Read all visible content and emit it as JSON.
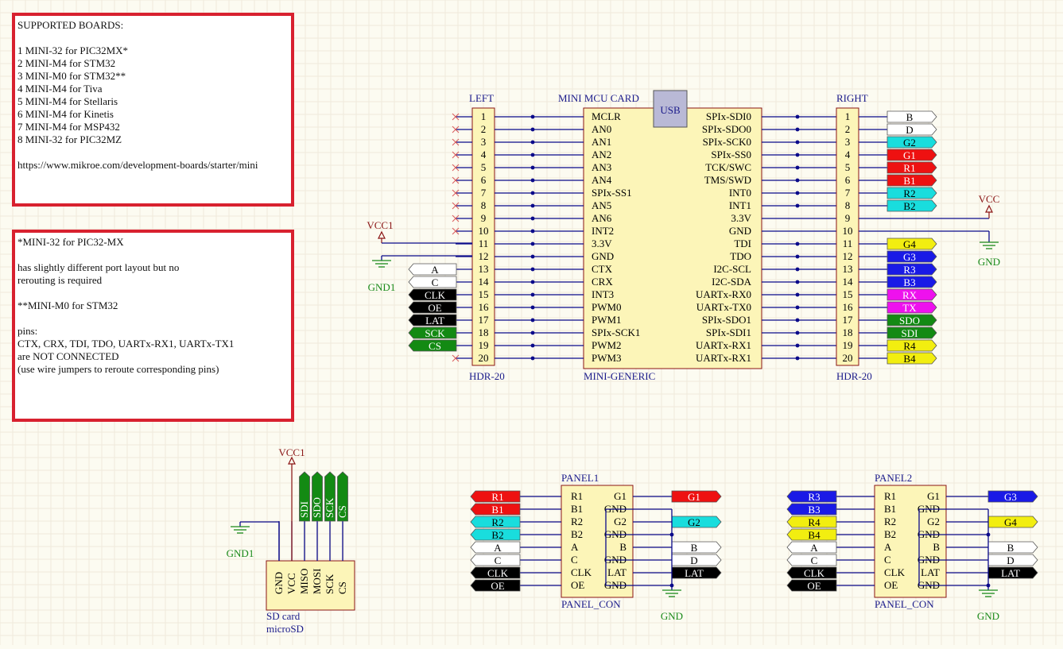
{
  "notes": {
    "supported": "SUPPORTED BOARDS:\n\n1 MINI-32 for PIC32MX*\n2 MINI-M4 for STM32\n3 MINI-M0 for STM32**\n4 MINI-M4 for Tiva\n5 MINI-M4 for Stellaris\n6 MINI-M4 for Kinetis\n7 MINI-M4 for MSP432\n8 MINI-32 for PIC32MZ\n\nhttps://www.mikroe.com/development-boards/starter/mini",
    "remarks": "*MINI-32 for PIC32-MX\n\nhas slightly different port layout but no\nrerouting is required\n\n**MINI-M0 for STM32\n\npins:\nCTX, CRX, TDI, TDO, UARTx-RX1, UARTx-TX1\nare NOT CONNECTED\n(use wire jumpers to reroute corresponding pins)"
  },
  "colors": {
    "wire": "#0a0a8a",
    "body": "#fcf5b8",
    "body_border": "#8a1414",
    "designator": "#1a1a8a",
    "power": "#8a1414",
    "ground": "#1a8a1a",
    "grid": "#efe9dc",
    "note_border": "#d8212f"
  },
  "left_header": {
    "designator": "LEFT",
    "part": "HDR-20",
    "pins": [
      "1",
      "2",
      "3",
      "4",
      "5",
      "6",
      "7",
      "8",
      "9",
      "10",
      "11",
      "12",
      "13",
      "14",
      "15",
      "16",
      "17",
      "18",
      "19",
      "20"
    ],
    "nets": [
      {
        "pin": 13,
        "label": "A",
        "color": "#ffffff",
        "text": "#000000"
      },
      {
        "pin": 14,
        "label": "C",
        "color": "#ffffff",
        "text": "#000000"
      },
      {
        "pin": 15,
        "label": "CLK",
        "color": "#000000",
        "text": "#ffffff"
      },
      {
        "pin": 16,
        "label": "OE",
        "color": "#000000",
        "text": "#ffffff"
      },
      {
        "pin": 17,
        "label": "LAT",
        "color": "#000000",
        "text": "#ffffff"
      },
      {
        "pin": 18,
        "label": "SCK",
        "color": "#138a13",
        "text": "#ffffff"
      },
      {
        "pin": 19,
        "label": "CS",
        "color": "#138a13",
        "text": "#ffffff"
      }
    ]
  },
  "mcu": {
    "designator": "MINI MCU CARD",
    "part": "MINI-GENERIC",
    "usb_label": "USB",
    "left_pins": [
      "MCLR",
      "AN0",
      "AN1",
      "AN2",
      "AN3",
      "AN4",
      "SPIx-SS1",
      "AN5",
      "AN6",
      "INT2",
      "3.3V",
      "GND",
      "CTX",
      "CRX",
      "INT3",
      "PWM0",
      "PWM1",
      "SPIx-SCK1",
      "PWM2",
      "PWM3"
    ],
    "right_pins": [
      "SPIx-SDI0",
      "SPIx-SDO0",
      "SPIx-SCK0",
      "SPIx-SS0",
      "TCK/SWC",
      "TMS/SWD",
      "INT0",
      "INT1",
      "3.3V",
      "GND",
      "TDI",
      "TDO",
      "I2C-SCL",
      "I2C-SDA",
      "UARTx-RX0",
      "UARTx-TX0",
      "SPIx-SDO1",
      "SPIx-SDI1",
      "UARTx-RX1",
      "UARTx-RX1"
    ]
  },
  "right_header": {
    "designator": "RIGHT",
    "part": "HDR-20",
    "pins": [
      "1",
      "2",
      "3",
      "4",
      "5",
      "6",
      "7",
      "8",
      "9",
      "10",
      "11",
      "12",
      "13",
      "14",
      "15",
      "16",
      "17",
      "18",
      "19",
      "20"
    ],
    "nets": [
      {
        "pin": 1,
        "label": "B",
        "color": "#ffffff",
        "text": "#000000"
      },
      {
        "pin": 2,
        "label": "D",
        "color": "#ffffff",
        "text": "#000000"
      },
      {
        "pin": 3,
        "label": "G2",
        "color": "#19dddd",
        "text": "#000000"
      },
      {
        "pin": 4,
        "label": "G1",
        "color": "#ee1111",
        "text": "#ffffff"
      },
      {
        "pin": 5,
        "label": "R1",
        "color": "#ee1111",
        "text": "#ffffff"
      },
      {
        "pin": 6,
        "label": "B1",
        "color": "#ee1111",
        "text": "#ffffff"
      },
      {
        "pin": 7,
        "label": "R2",
        "color": "#19dddd",
        "text": "#000000"
      },
      {
        "pin": 8,
        "label": "B2",
        "color": "#19dddd",
        "text": "#000000"
      },
      {
        "pin": 11,
        "label": "G4",
        "color": "#f2ee10",
        "text": "#000000"
      },
      {
        "pin": 12,
        "label": "G3",
        "color": "#1a1ae6",
        "text": "#ffffff"
      },
      {
        "pin": 13,
        "label": "R3",
        "color": "#1a1ae6",
        "text": "#ffffff"
      },
      {
        "pin": 14,
        "label": "B3",
        "color": "#1a1ae6",
        "text": "#ffffff"
      },
      {
        "pin": 15,
        "label": "RX",
        "color": "#ee11ee",
        "text": "#ffffff"
      },
      {
        "pin": 16,
        "label": "TX",
        "color": "#ee11ee",
        "text": "#ffffff"
      },
      {
        "pin": 17,
        "label": "SDO",
        "color": "#138a13",
        "text": "#ffffff"
      },
      {
        "pin": 18,
        "label": "SDI",
        "color": "#138a13",
        "text": "#ffffff"
      },
      {
        "pin": 19,
        "label": "R4",
        "color": "#f2ee10",
        "text": "#000000"
      },
      {
        "pin": 20,
        "label": "B4",
        "color": "#f2ee10",
        "text": "#000000"
      }
    ]
  },
  "power": {
    "vcc1": "VCC1",
    "vcc": "VCC",
    "gnd1": "GND1",
    "gnd": "GND"
  },
  "sd": {
    "part": "SD card",
    "value": "microSD",
    "pins": [
      "GND",
      "VCC",
      "MISO",
      "MOSI",
      "SCK",
      "CS"
    ],
    "flags": [
      "SDI",
      "SDO",
      "SCK",
      "CS"
    ]
  },
  "panel_pins_left": [
    "R1",
    "B1",
    "R2",
    "B2",
    "A",
    "C",
    "CLK",
    "OE"
  ],
  "panel_pins_right": [
    "G1",
    "GND",
    "G2",
    "GND",
    "B",
    "GND",
    "LAT",
    "GND"
  ],
  "panel1": {
    "designator": "PANEL1",
    "part": "PANEL_CON",
    "left_nets": [
      {
        "label": "R1",
        "color": "#ee1111",
        "text": "#ffffff"
      },
      {
        "label": "B1",
        "color": "#ee1111",
        "text": "#ffffff"
      },
      {
        "label": "R2",
        "color": "#19dddd",
        "text": "#000000"
      },
      {
        "label": "B2",
        "color": "#19dddd",
        "text": "#000000"
      },
      {
        "label": "A",
        "color": "#ffffff",
        "text": "#000000"
      },
      {
        "label": "C",
        "color": "#ffffff",
        "text": "#000000"
      },
      {
        "label": "CLK",
        "color": "#000000",
        "text": "#ffffff"
      },
      {
        "label": "OE",
        "color": "#000000",
        "text": "#ffffff"
      }
    ],
    "right_nets": [
      {
        "row": 0,
        "label": "G1",
        "color": "#ee1111",
        "text": "#ffffff"
      },
      {
        "row": 2,
        "label": "G2",
        "color": "#19dddd",
        "text": "#000000"
      },
      {
        "row": 4,
        "label": "B",
        "color": "#ffffff",
        "text": "#000000"
      },
      {
        "row": 5,
        "label": "D",
        "color": "#ffffff",
        "text": "#000000"
      },
      {
        "row": 6,
        "label": "LAT",
        "color": "#000000",
        "text": "#ffffff"
      }
    ]
  },
  "panel2": {
    "designator": "PANEL2",
    "part": "PANEL_CON",
    "left_nets": [
      {
        "label": "R3",
        "color": "#1a1ae6",
        "text": "#ffffff"
      },
      {
        "label": "B3",
        "color": "#1a1ae6",
        "text": "#ffffff"
      },
      {
        "label": "R4",
        "color": "#f2ee10",
        "text": "#000000"
      },
      {
        "label": "B4",
        "color": "#f2ee10",
        "text": "#000000"
      },
      {
        "label": "A",
        "color": "#ffffff",
        "text": "#000000"
      },
      {
        "label": "C",
        "color": "#ffffff",
        "text": "#000000"
      },
      {
        "label": "CLK",
        "color": "#000000",
        "text": "#ffffff"
      },
      {
        "label": "OE",
        "color": "#000000",
        "text": "#ffffff"
      }
    ],
    "right_nets": [
      {
        "row": 0,
        "label": "G3",
        "color": "#1a1ae6",
        "text": "#ffffff"
      },
      {
        "row": 2,
        "label": "G4",
        "color": "#f2ee10",
        "text": "#000000"
      },
      {
        "row": 4,
        "label": "B",
        "color": "#ffffff",
        "text": "#000000"
      },
      {
        "row": 5,
        "label": "D",
        "color": "#ffffff",
        "text": "#000000"
      },
      {
        "row": 6,
        "label": "LAT",
        "color": "#000000",
        "text": "#ffffff"
      }
    ]
  }
}
